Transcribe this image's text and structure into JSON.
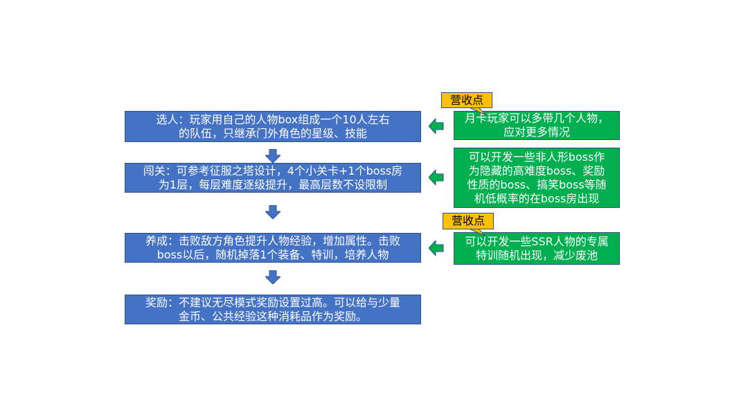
{
  "steps": [
    {
      "text": "选人：玩家用自己的人物box组成一个10人左右\n的队伍，只继承门外角色的星级、技能"
    },
    {
      "text": "闯关：可参考征服之塔设计，4个小关卡+1个boss房\n为1层，每层难度逐级提升，最高层数不设限制"
    },
    {
      "text": "养成：击败敌方角色提升人物经验，增加属性。击败\nboss以后，随机掉落1个装备、特训，培养人物"
    },
    {
      "text": "奖励：不建议无尽模式奖励设置过高。可以给与少量\n金币、公共经验这种消耗品作为奖励。"
    }
  ],
  "notes": [
    {
      "text": "月卡玩家可以多带几个人物，\n应对更多情况"
    },
    {
      "text": "可以开发一些非人形boss作\n为隐藏的高难度boss、奖励\n性质的boss、搞笑boss等随\n机低概率的在boss房出现"
    },
    {
      "text": "可以开发一些SSR人物的专属\n特训随机出现，减少废池"
    }
  ],
  "callouts": [
    {
      "text": "营收点"
    },
    {
      "text": "营收点"
    }
  ],
  "colors": {
    "step_fill": "#4472c4",
    "note_fill": "#00b050",
    "callout_fill": "#ffc000",
    "border": "#2f528f"
  }
}
